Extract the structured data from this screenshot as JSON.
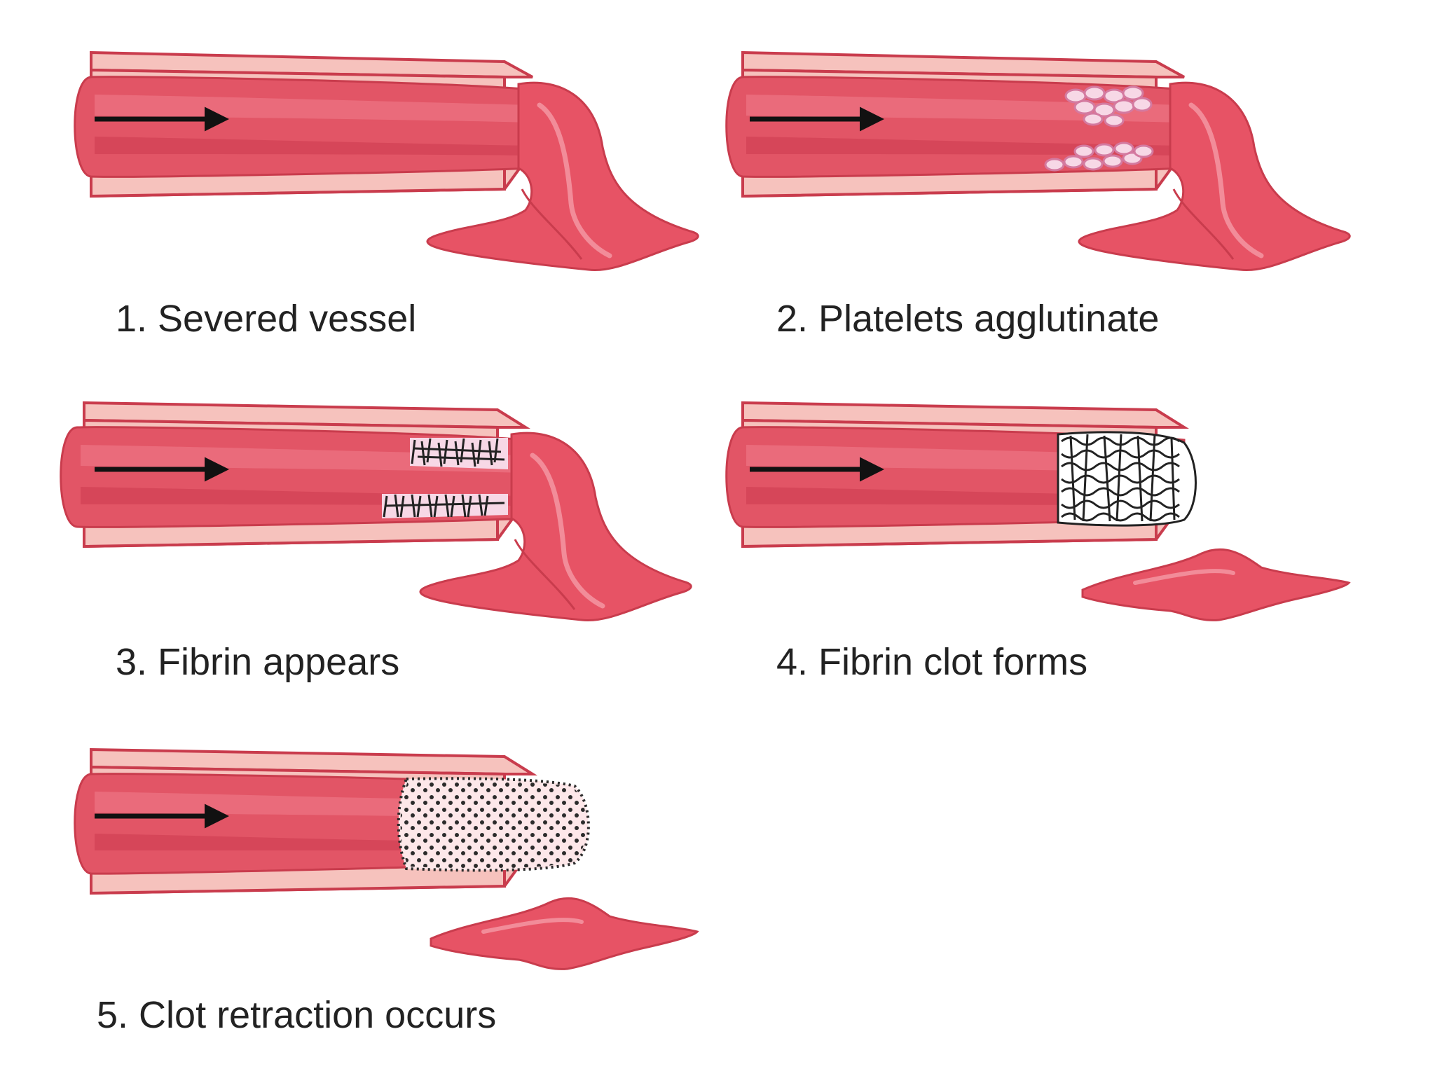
{
  "stages": [
    {
      "label": "1. Severed vessel",
      "state": "severed"
    },
    {
      "label": "2. Platelets agglutinate",
      "state": "platelets"
    },
    {
      "label": "3. Fibrin appears",
      "state": "fibrin"
    },
    {
      "label": "4. Fibrin clot forms",
      "state": "fibrin-clot"
    },
    {
      "label": "5. Clot retraction occurs",
      "state": "retracted-clot"
    }
  ],
  "colors": {
    "outer_wall": "#f6c2bd",
    "wall_outline": "#c93c4d",
    "lumen": "#e25566",
    "lumen_dark": "#d63e52",
    "lumen_highlight": "#f07a88",
    "flap": "#e75365",
    "flap_highlight": "#f28c99",
    "arrow": "#111111",
    "platelet": "#f7d8e6",
    "platelet_outline": "#d47aa0",
    "fibrin": "#222222",
    "clot_fill": "#fde7e9",
    "label_text": "#222222",
    "background": "#ffffff"
  }
}
